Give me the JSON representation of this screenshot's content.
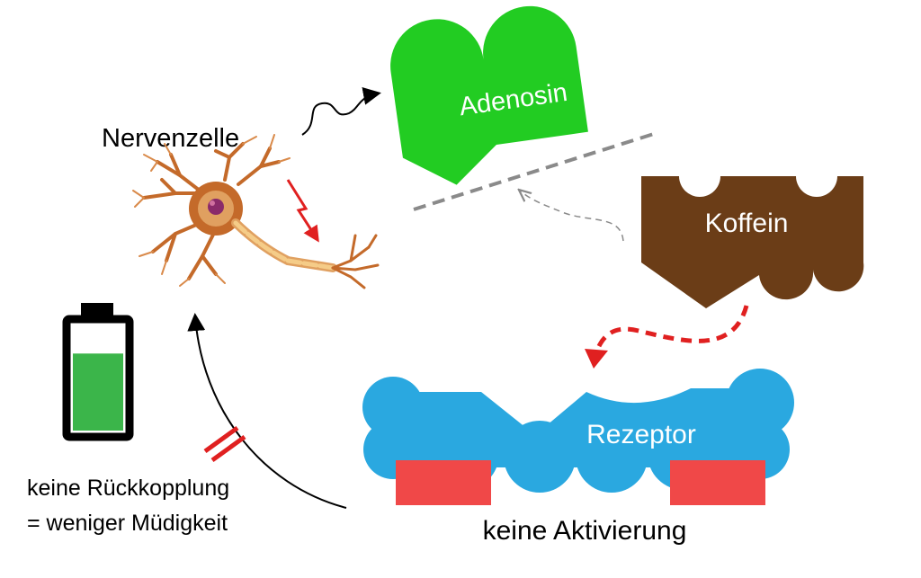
{
  "labels": {
    "neuron": "Nervenzelle",
    "adenosine": "Adenosin",
    "caffeine": "Koffein",
    "receptor": "Rezeptor",
    "no_activation": "keine Aktivierung",
    "no_feedback_line1": "keine Rückkopplung",
    "no_feedback_line2": "= weniger Müdigkeit"
  },
  "battery": {
    "charge_level": 0.72
  },
  "colors": {
    "adenosine": "#22cc22",
    "caffeine": "#6b3d17",
    "receptor": "#2aa8e0",
    "receptor_pads": "#f04848",
    "battery_fill": "#3bb54a",
    "battery_frame": "#000000",
    "signal_arrow": "#e02020",
    "neuron_body": "#c46a2a",
    "dashed_line": "#8a8a8a"
  },
  "icons": {
    "neuron": "neuron-icon",
    "battery": "battery-icon",
    "lightning": "lightning-icon",
    "block_mark": "blocked-mark-icon"
  }
}
